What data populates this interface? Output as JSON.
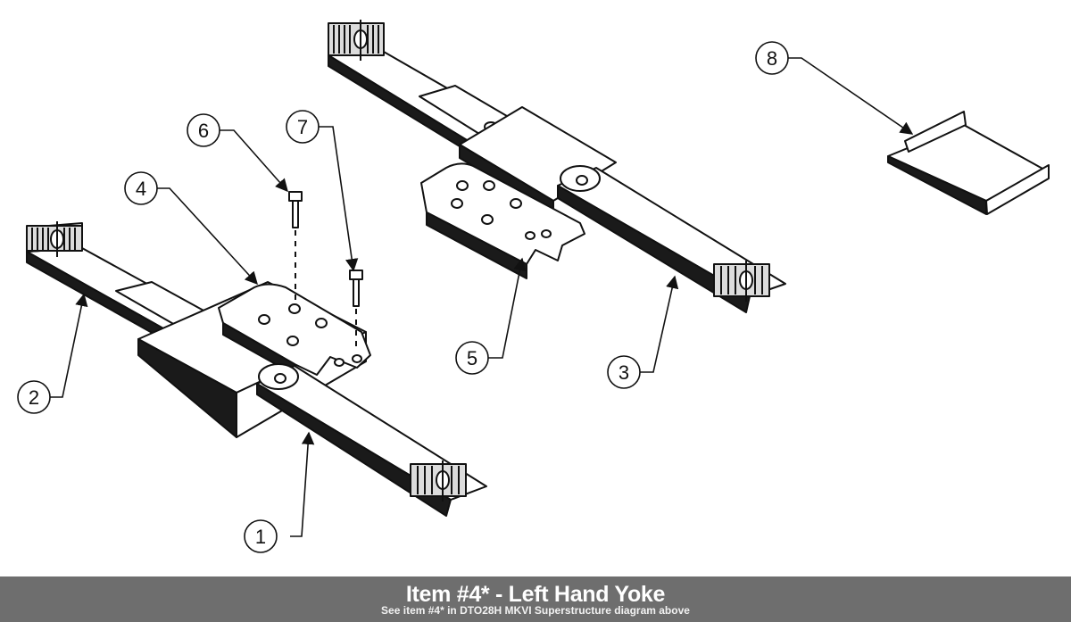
{
  "caption": {
    "title": "Item #4* - Left Hand Yoke",
    "subtitle": "See item #4* in DTO28H MKVI Superstructure diagram above"
  },
  "callouts": [
    {
      "id": "1",
      "label": "1"
    },
    {
      "id": "2",
      "label": "2"
    },
    {
      "id": "3",
      "label": "3"
    },
    {
      "id": "4",
      "label": "4"
    },
    {
      "id": "5",
      "label": "5"
    },
    {
      "id": "6",
      "label": "6"
    },
    {
      "id": "7",
      "label": "7"
    },
    {
      "id": "8",
      "label": "8"
    }
  ],
  "colors": {
    "line": "#111111",
    "face": "#ffffff",
    "shadow": "#1a1a1a",
    "pad": "#dcdcdc",
    "caption_bg": "#6e6e6e"
  }
}
